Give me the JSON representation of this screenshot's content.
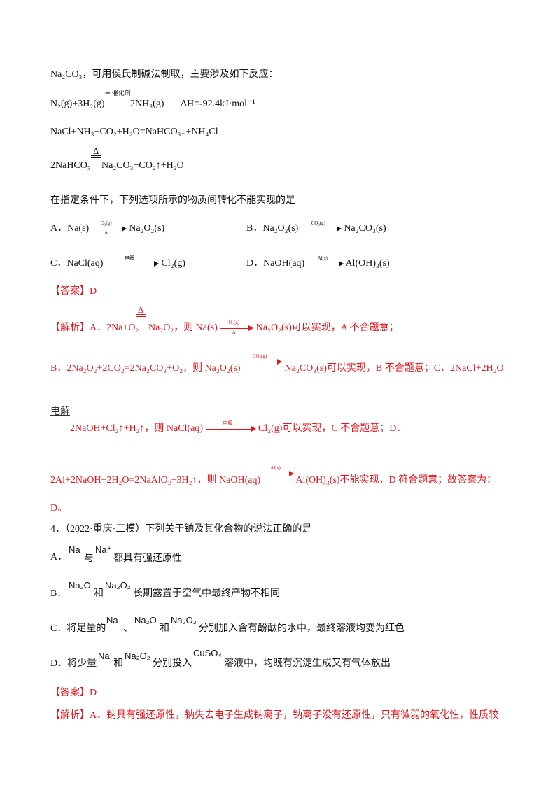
{
  "intro": {
    "line1_formula": "Na₂CO₃",
    "line1_text": "，可用侯氏制碱法制取，主要涉及如下反应：",
    "r1_left": "N₂(g)+3H₂(g)",
    "r1_cond": "⇌ 催化剂",
    "r1_right": "2NH₃(g)",
    "r1_dh": "ΔH=-92.4kJ·mol⁻¹",
    "r2": "NaCl+NH₃+CO₂+H₂O=NaHCO₃↓+NH₄Cl",
    "r3_cond": "Δ",
    "r3_left": "2NaHCO₃",
    "r3_right": "Na₂CO₃+CO₂↑+H₂O",
    "question": "在指定条件下，下列选项所示的物质间转化不能实现的是"
  },
  "q3_options": {
    "a_label": "A．Na(s)",
    "a_cond_top": "O₂(g)",
    "a_cond_bottom": "Δ",
    "a_product": "Na₂O₂(s)",
    "b_label": "B．Na₂O₂(s)",
    "b_cond_top": "CO₂(g)",
    "b_product": "Na₂CO₃(s)",
    "c_label": "C．NaCl(aq)",
    "c_cond_top": "电解",
    "c_product": "Cl₂(g)",
    "d_label": "D．NaOH(aq)",
    "d_cond_top": "Al(s)",
    "d_product": "Al(OH)₃(s)"
  },
  "q3_answer": "【答案】D",
  "q3_analysis": {
    "l1_a": "【解析】A．2Na+O₂",
    "l1_delta": "Δ",
    "l1_b": "Na₂O₂，则 Na(s)",
    "l1_cond_top": "O₂(g)",
    "l1_cond_bottom": "Δ",
    "l1_c": "Na₂O₂(s)可以实现，A 不合题意；",
    "l2_a": "B．2Na₂O₂+2CO₂=2Na₂CO₃+O₂，则 Na₂O₂(s)",
    "l2_cond_top": "CO₂(g)",
    "l2_b": "Na₂CO₃(s)可以实现，B 不合题意；C．2NaCl+2H₂O",
    "l3_cond": "电解",
    "l4_a": "2NaOH+Cl₂↑+H₂↑，则 NaCl(aq)",
    "l4_cond_top": "电解",
    "l4_b": "Cl₂(g)可以实现，C 不合题意；D．",
    "l5_a": "2Al+2NaOH+2H₂O=2NaAlO₂+3H₂↑，则 NaOH(aq)",
    "l5_cond_top": "Al(s)",
    "l5_b": "Al(OH)₃(s)不能实现，D 符合题意；故答案为：",
    "l6": "D。"
  },
  "q4": {
    "stem": "4．（2022·重庆·三模）下列关于钠及其化合物的说法正确的是",
    "a_label": "A．",
    "a_f1": "Na",
    "a_t1": "与",
    "a_f2": "Na⁺",
    "a_t2": "都具有强还原性",
    "b_label": "B．",
    "b_f1": "Na₂O",
    "b_t1": "和",
    "b_f2": "Na₂O₂",
    "b_t2": "长期露置于空气中最终产物不相同",
    "c_label": "C．将足量的",
    "c_f1": "Na",
    "c_t1": "、",
    "c_f2": "Na₂O",
    "c_t2": "和",
    "c_f3": "Na₂O₂",
    "c_t3": "分别加入含有酚酞的水中，最终溶液均变为红色",
    "d_label": "D．将少量",
    "d_f1": "Na",
    "d_t1": "和",
    "d_f2": "Na₂O₂",
    "d_t2": "分别投入",
    "d_f3": "CuSO₄",
    "d_t3": "溶液中，均既有沉淀生成又有气体放出",
    "answer": "【答案】D",
    "analysis": "【解析】A．钠具有强还原性，钠失去电子生成钠离子，钠离子没有还原性，只有微弱的氧化性，性质较"
  }
}
